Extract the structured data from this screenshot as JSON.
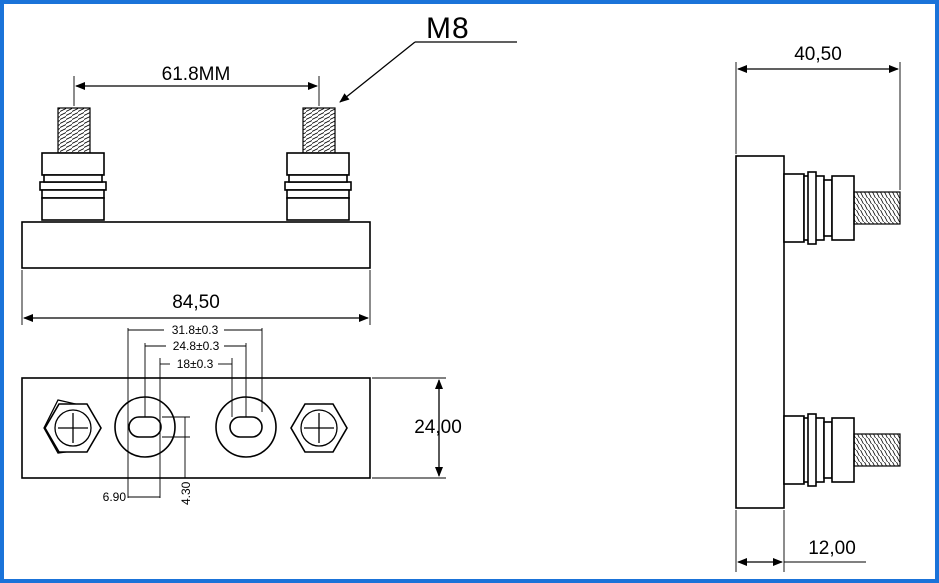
{
  "drawing": {
    "thread_label": "M8",
    "stud_spacing": "61.8MM",
    "body_length": "84,50",
    "dim_outer_slot": "31.8±0.3",
    "dim_mid_slot": "24.8±0.3",
    "dim_inner_slot": "18±0.3",
    "slot_width": "6.90",
    "slot_height": "4.30",
    "body_width": "24,00",
    "side_height": "40,50",
    "side_thickness": "12,00"
  },
  "colors": {
    "frame": "#1a73d9",
    "line": "#000000",
    "background": "#ffffff"
  }
}
